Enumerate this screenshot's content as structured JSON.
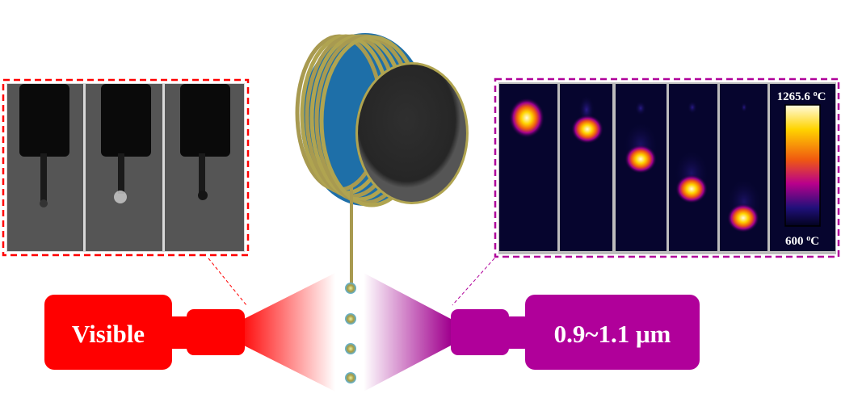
{
  "cameras": {
    "visible": {
      "label": "Visible",
      "color": "#ff0000"
    },
    "infrared": {
      "label": "0.9~1.1 μm",
      "color": "#b0009a"
    }
  },
  "colorbar": {
    "max_value": "1265.6",
    "min_value": "600",
    "degree": "o",
    "unit": "C"
  },
  "colors": {
    "fiber_gold": "#a89a50",
    "fiber_blue": "#2a7fc0",
    "spool_face": "#2b2b2b",
    "thermal_bg": "#06052e"
  }
}
